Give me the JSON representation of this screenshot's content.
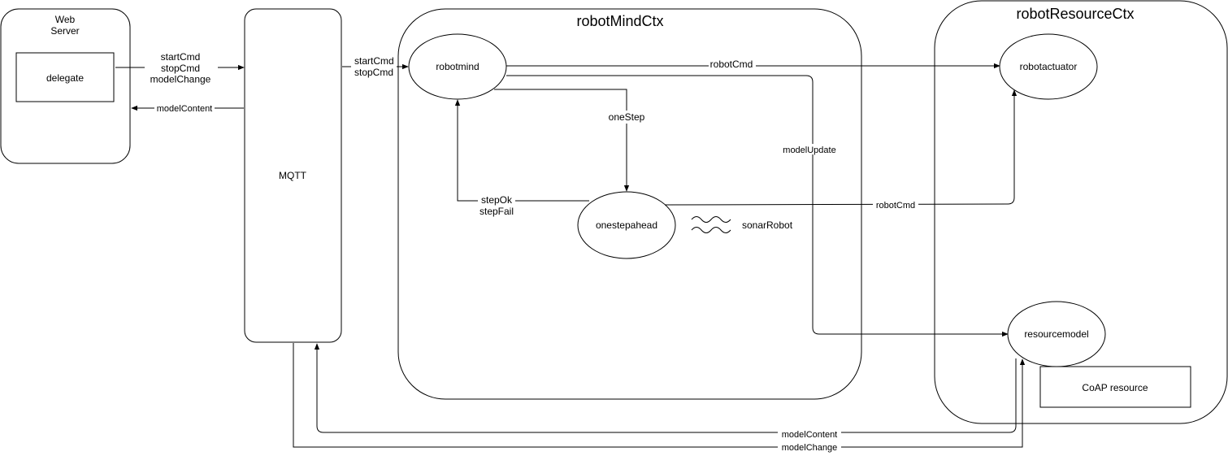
{
  "contexts": {
    "web_server": "Web\nServer",
    "mqtt": "MQTT",
    "mind": "robotMindCtx",
    "resource": "robotResourceCtx"
  },
  "nodes": {
    "delegate": "delegate",
    "robotmind": "robotmind",
    "onestepahead": "onestepahead",
    "robotactuator": "robotactuator",
    "resourcemodel": "resourcemodel",
    "coap": "CoAP resource",
    "sonar": "sonarRobot"
  },
  "edges": {
    "ws_to_mqtt": "startCmd\nstopCmd\nmodelChange",
    "mqtt_to_ws": "modelContent",
    "mqtt_to_mind": "startCmd\nstopCmd",
    "mind_to_actuator": "robotCmd",
    "mind_to_model": "modelUpdate",
    "mind_to_step": "oneStep",
    "step_to_mind": "stepOk\nstepFail",
    "step_to_actuator": "robotCmd",
    "model_to_mqtt": "modelContent",
    "mqtt_to_model": "modelChange"
  },
  "colors": {
    "stroke": "#000000",
    "fill": "#ffffff",
    "text": "#000000"
  }
}
